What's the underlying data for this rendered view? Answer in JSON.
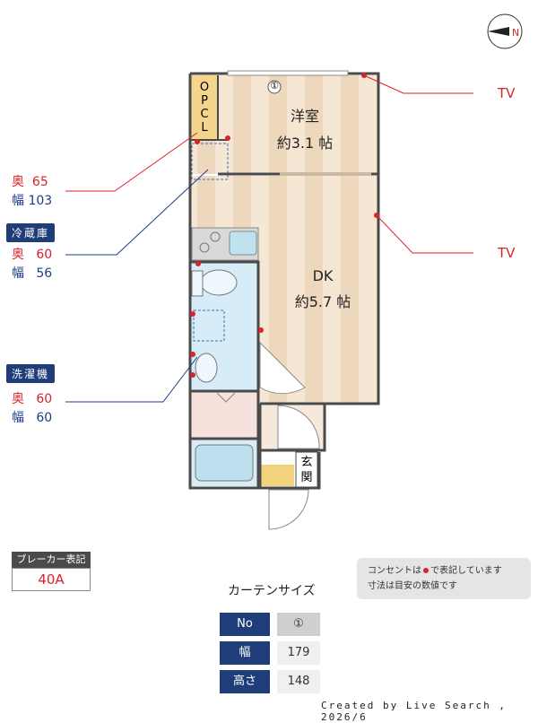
{
  "rooms": {
    "western": {
      "name": "洋室",
      "size": "約3.1 帖"
    },
    "dk": {
      "name": "DK",
      "size": "約5.7 帖"
    },
    "closet": {
      "label_lines": [
        "O",
        "P",
        "C",
        "L"
      ]
    },
    "entrance": {
      "label_lines": [
        "玄",
        "関"
      ]
    },
    "curtain_marker": "①"
  },
  "tv_labels": [
    "TV",
    "TV"
  ],
  "dimension_groups": [
    {
      "title": "",
      "depth_label": "奥",
      "depth_value": "65",
      "width_label": "幅",
      "width_value": "103"
    },
    {
      "title": "冷蔵庫",
      "depth_label": "奥",
      "depth_value": "60",
      "width_label": "幅",
      "width_value": "56"
    },
    {
      "title": "洗濯機",
      "depth_label": "奥",
      "depth_value": "60",
      "width_label": "幅",
      "width_value": "60"
    }
  ],
  "breaker": {
    "heading": "ブレーカー表記",
    "value": "40A"
  },
  "notes": [
    "コンセントは",
    "で表記しています",
    "寸法は目安の数値です"
  ],
  "curtain": {
    "title": "カーテンサイズ",
    "rows": [
      {
        "header": "No",
        "value": "①"
      },
      {
        "header": "幅",
        "value": "179"
      },
      {
        "header": "高さ",
        "value": "148"
      }
    ]
  },
  "compass": {
    "direction": "N"
  },
  "footer": "Created by Live Search , 2026/6",
  "colors": {
    "outlet": "#d9222a",
    "wall": "#4a4a4a",
    "tag_bg": "#1f3d78",
    "floor_stripe_a": "#f6e7d4",
    "floor_stripe_b": "#eed8bd"
  }
}
